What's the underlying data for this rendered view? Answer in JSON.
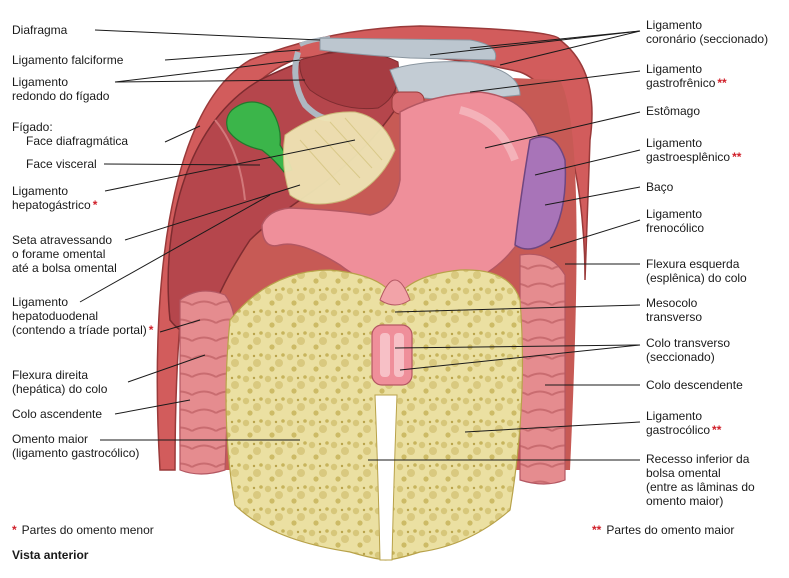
{
  "labels_left": {
    "diafragma": "Diafragma",
    "lig_falciforme": "Ligamento falciforme",
    "lig_redondo_1": "Ligamento",
    "lig_redondo_2": "redondo do fígado",
    "figado": "Fígado:",
    "face_diafragmatica": "Face diafragmática",
    "face_visceral": "Face visceral",
    "hepatogastrico_1": "Ligamento",
    "hepatogastrico_2": "hepatogástrico",
    "seta_1": "Seta atravessando",
    "seta_2": "o forame omental",
    "seta_3": "até a bolsa omental",
    "hepatoduodenal_1": "Ligamento",
    "hepatoduodenal_2": "hepatoduodenal",
    "hepatoduodenal_3": "(contendo a tríade portal)",
    "flexura_direita_1": "Flexura direita",
    "flexura_direita_2": "(hepática) do colo",
    "colo_ascendente": "Colo ascendente",
    "omento_maior_1": "Omento maior",
    "omento_maior_2": "(ligamento gastrocólico)"
  },
  "labels_right": {
    "coronario_1": "Ligamento",
    "coronario_2": "coronário (seccionado)",
    "gastrofrenico_1": "Ligamento",
    "gastrofrenico_2": "gastrofrênico",
    "estomago": "Estômago",
    "gastroesplenico_1": "Ligamento",
    "gastroesplenico_2": "gastroesplênico",
    "baco": "Baço",
    "frenocolico_1": "Ligamento",
    "frenocolico_2": "frenocólico",
    "flexura_esquerda_1": "Flexura esquerda",
    "flexura_esquerda_2": "(esplênica) do colo",
    "mesocolo_1": "Mesocolo",
    "mesocolo_2": "transverso",
    "colo_transverso_1": "Colo transverso",
    "colo_transverso_2": "(seccionado)",
    "colo_descendente": "Colo descendente",
    "gastrocolico_1": "Ligamento",
    "gastrocolico_2": "gastrocólico",
    "recesso_1": "Recesso inferior da",
    "recesso_2": "bolsa omental",
    "recesso_3": "(entre as lâminas do",
    "recesso_4": "omento maior)"
  },
  "markers": {
    "single": "*",
    "double": "**"
  },
  "legend": {
    "menor": "Partes do omento menor",
    "maior": "Partes do omento maior",
    "view": "Vista anterior"
  },
  "colors": {
    "liver": "#b5464c",
    "liver_light": "#c96a6a",
    "stomach": "#ef8f9a",
    "stomach_light": "#f6b3bb",
    "spleen": "#a874b8",
    "gallbladder": "#3bb54a",
    "omentum": "#e9dd9a",
    "omentum_spot": "#c9b45a",
    "colon": "#e58c8f",
    "diaphragm": "#cf5a5a",
    "peritoneum": "#b9c3cc",
    "asterisk": "#d0202a"
  }
}
